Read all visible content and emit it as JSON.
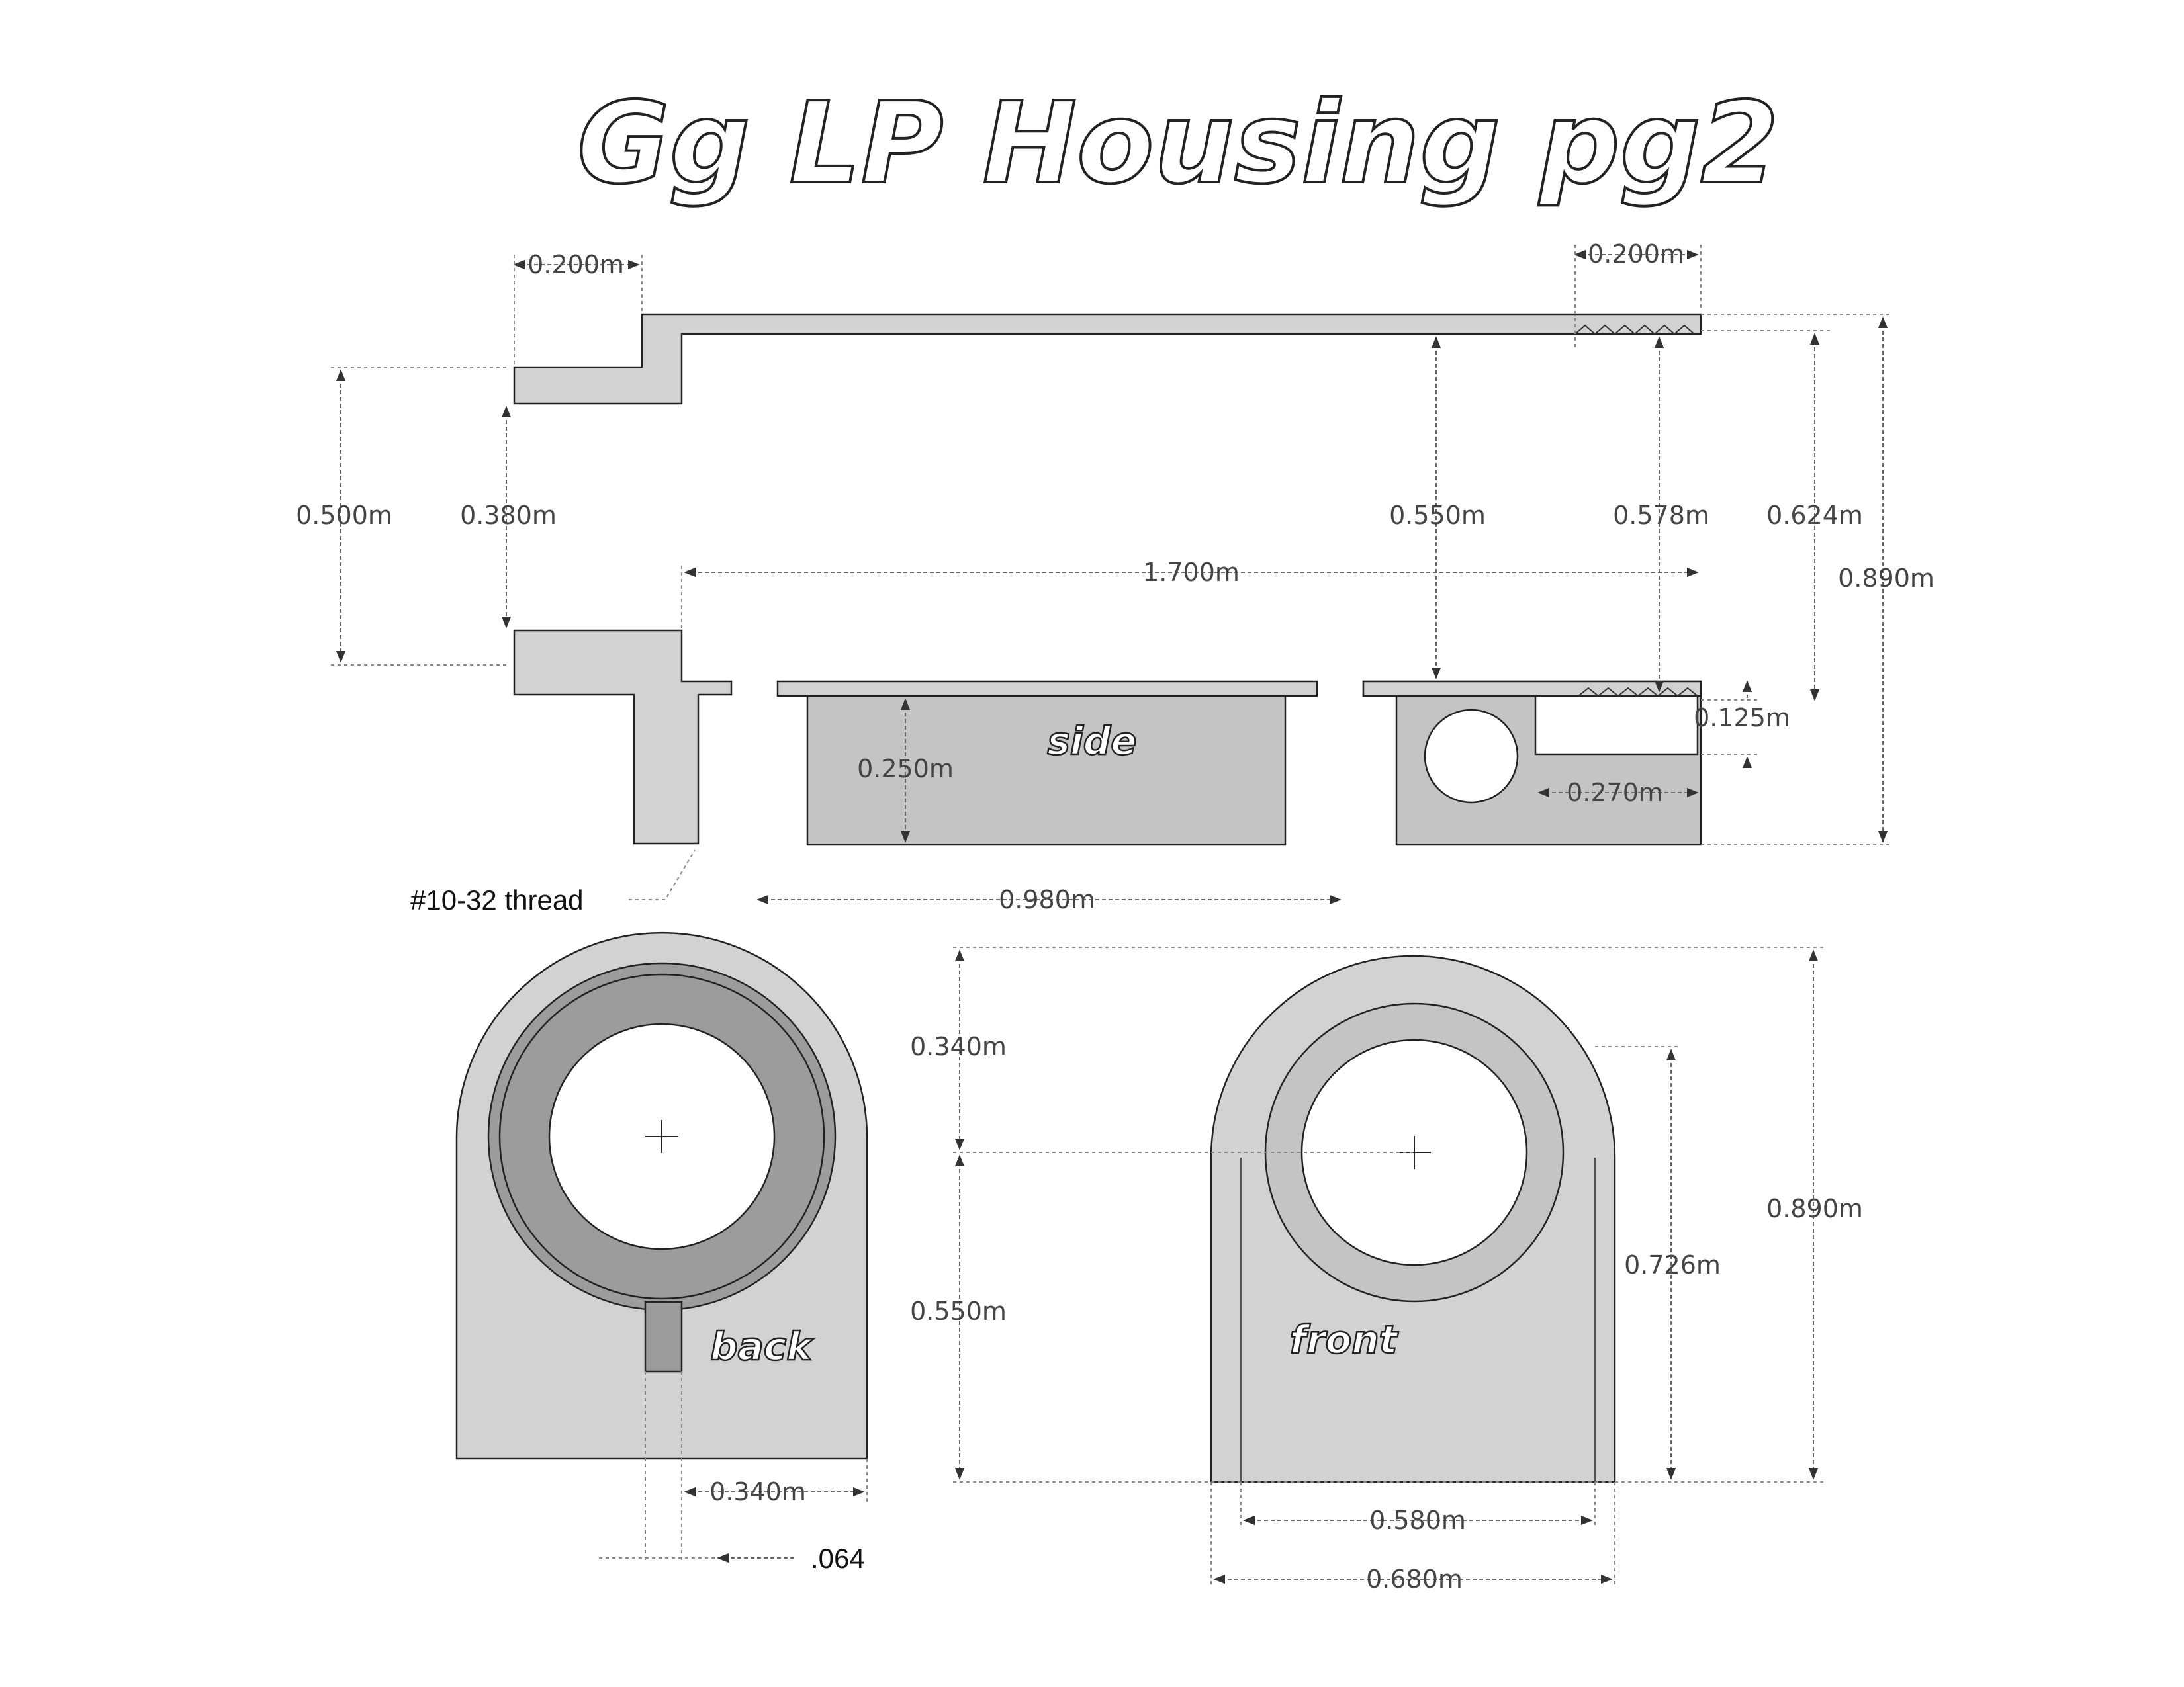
{
  "title": "Gg LP Housing pg2",
  "views": {
    "side": "side",
    "back": "back",
    "front": "front"
  },
  "notes": {
    "thread": "#10-32 thread",
    "offset": ".064"
  },
  "dimensions": {
    "top_left_width": "0.200m",
    "top_right_width": "0.200m",
    "left_height_outer": "0.500m",
    "left_height_inner": "0.380m",
    "mid_height": "0.550m",
    "thread_height": "0.578m",
    "right_height_inner": "0.624m",
    "overall_height": "0.890m",
    "overall_length": "1.700m",
    "slot_depth": "0.125m",
    "body_height": "0.250m",
    "pocket_width": "0.270m",
    "body_length": "0.980m",
    "upper_height": "0.340m",
    "lower_height": "0.550m",
    "front_height": "0.890m",
    "bore_height": "0.726m",
    "back_offset": "0.340m",
    "inner_width": "0.580m",
    "outer_width": "0.680m"
  }
}
